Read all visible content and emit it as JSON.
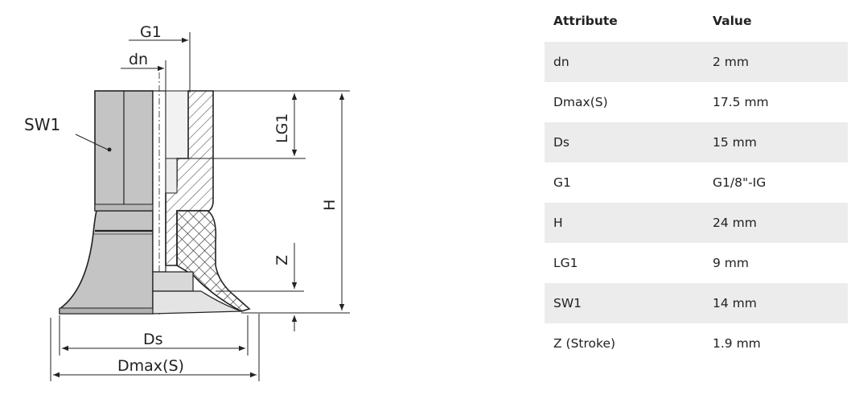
{
  "drawing": {
    "labels": {
      "g1": "G1",
      "dn": "dn",
      "sw1": "SW1",
      "lg1": "LG1",
      "h": "H",
      "z": "Z",
      "ds": "Ds",
      "dmax": "Dmax(S)"
    }
  },
  "table": {
    "headers": [
      "Attribute",
      "Value"
    ],
    "rows": [
      {
        "attribute": "dn",
        "value": "2 mm"
      },
      {
        "attribute": "Dmax(S)",
        "value": "17.5 mm"
      },
      {
        "attribute": "Ds",
        "value": "15 mm"
      },
      {
        "attribute": "G1",
        "value": "G1/8\"-IG"
      },
      {
        "attribute": "H",
        "value": "24 mm"
      },
      {
        "attribute": "LG1",
        "value": "9 mm"
      },
      {
        "attribute": "SW1",
        "value": "14 mm"
      },
      {
        "attribute": "Z (Stroke)",
        "value": "1.9 mm"
      }
    ]
  }
}
